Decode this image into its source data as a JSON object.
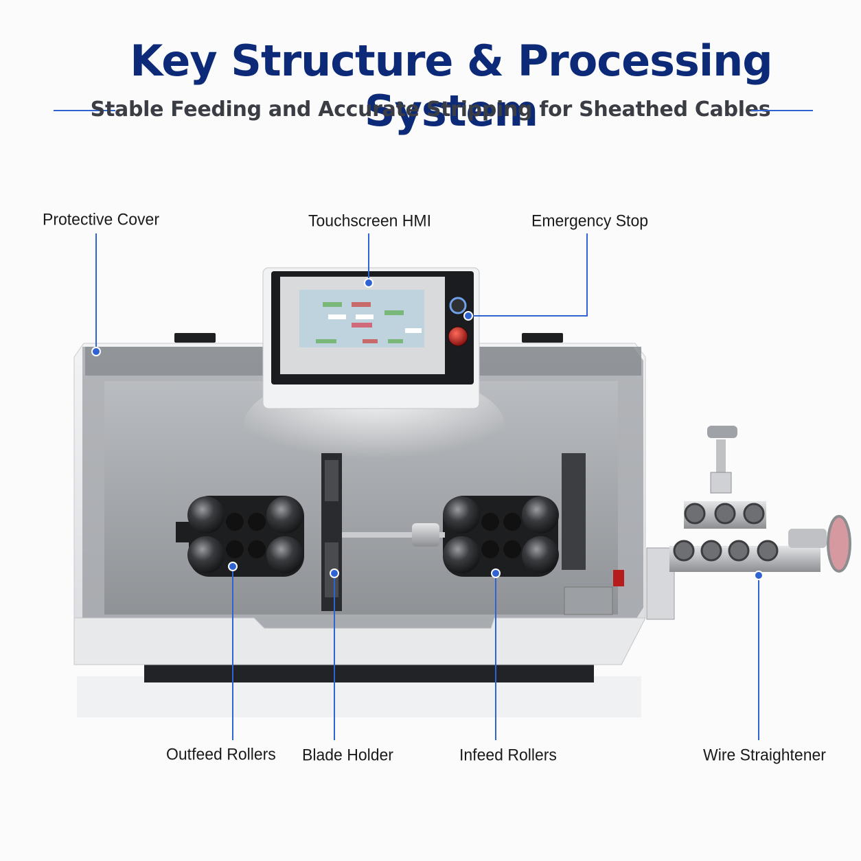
{
  "header": {
    "title": "Key Structure & Processing System",
    "subtitle": "Stable Feeding and Accurate Stripping for Sheathed Cables"
  },
  "callouts": {
    "protective_cover": "Protective Cover",
    "touchscreen_hmi": "Touchscreen HMI",
    "emergency_stop": "Emergency Stop",
    "outfeed_rollers": "Outfeed Rollers",
    "blade_holder": "Blade Holder",
    "infeed_rollers": "Infeed Rollers",
    "wire_straightener": "Wire Straightener"
  },
  "colors": {
    "title": "#0c2a78",
    "accent_line": "#2e63d1",
    "body_white": "#eceef0",
    "cover_gray": "#8e9196",
    "panel_gray": "#a6a9ad",
    "roller_dark": "#2a2b2e",
    "estop_red": "#b01818"
  }
}
